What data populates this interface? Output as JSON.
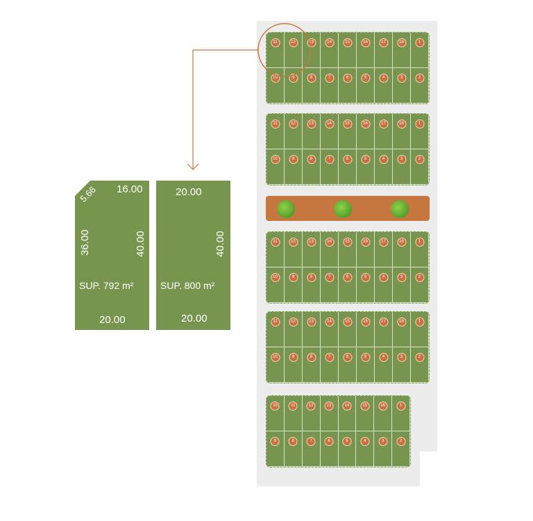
{
  "blocks": [
    {
      "top": [
        "11",
        "12",
        "13",
        "14",
        "15",
        "16",
        "17",
        "18",
        "1"
      ],
      "bottom": [
        "10",
        "9",
        "8",
        "7",
        "6",
        "5",
        "4",
        "3",
        "2"
      ]
    },
    {
      "top": [
        "11",
        "12",
        "13",
        "14",
        "15",
        "16",
        "17",
        "18",
        "1"
      ],
      "bottom": [
        "10",
        "9",
        "8",
        "7",
        "6",
        "5",
        "4",
        "3",
        "2"
      ]
    },
    {
      "top": [
        "11",
        "12",
        "13",
        "14",
        "15",
        "16",
        "17",
        "18",
        "1"
      ],
      "bottom": [
        "10",
        "9",
        "8",
        "7",
        "6",
        "5",
        "4",
        "3",
        "2"
      ]
    },
    {
      "top": [
        "11",
        "12",
        "13",
        "14",
        "15",
        "16",
        "17",
        "18",
        "1"
      ],
      "bottom": [
        "10",
        "9",
        "8",
        "7",
        "6",
        "5",
        "4",
        "3",
        "2"
      ]
    },
    {
      "top": [
        "10",
        "11",
        "12",
        "13",
        "14",
        "15",
        "16",
        "1"
      ],
      "bottom": [
        "9",
        "8",
        "7",
        "6",
        "5",
        "4",
        "3",
        "2"
      ]
    }
  ],
  "detail": {
    "lot_a": {
      "chamfer": "5.66",
      "top": "16.00",
      "left": "36.00",
      "right": "40.00",
      "area": "SUP. 792 m²",
      "bottom": "20.00"
    },
    "lot_b": {
      "top": "20.00",
      "right": "40.00",
      "area": "SUP. 800 m²",
      "bottom": "20.00"
    }
  },
  "colors": {
    "lot": "#77954e",
    "accent": "#c5773f",
    "road": "#c5773f"
  }
}
